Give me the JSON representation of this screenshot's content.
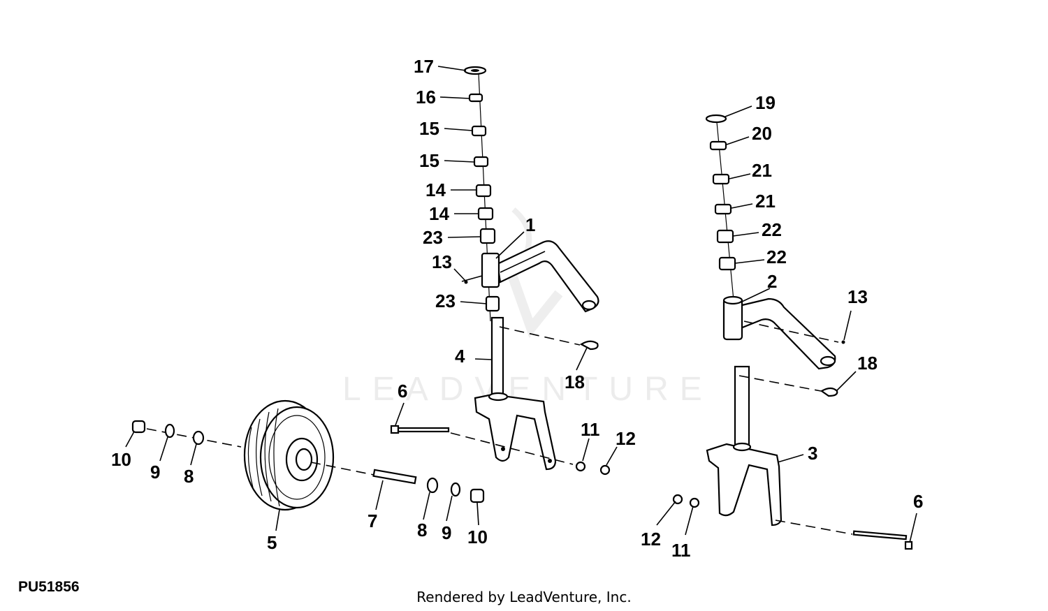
{
  "diagram_code": "PU51856",
  "credit": "Rendered by LeadVenture, Inc.",
  "watermark": "LEADVENTURE",
  "labels": [
    "17",
    "16",
    "15",
    "15",
    "14",
    "14",
    "23",
    "1",
    "13",
    "23",
    "4",
    "18",
    "6",
    "11",
    "12",
    "10",
    "9",
    "8",
    "5",
    "7",
    "8",
    "9",
    "10",
    "19",
    "20",
    "21",
    "21",
    "22",
    "22",
    "2",
    "13",
    "18",
    "3",
    "6",
    "12",
    "11"
  ]
}
